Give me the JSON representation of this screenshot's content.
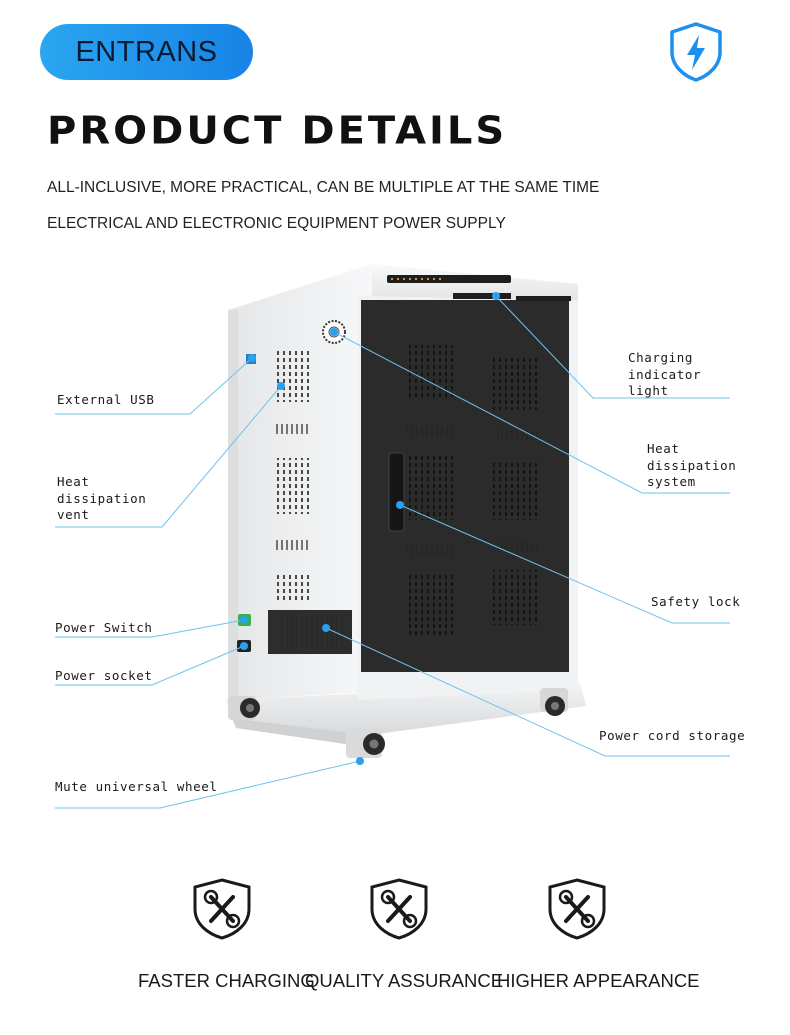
{
  "brand": {
    "name": "ENTRANS"
  },
  "header": {
    "title": "PRODUCT DETAILS",
    "subtitle_1": "ALL-INCLUSIVE, MORE PRACTICAL, CAN BE MULTIPLE AT THE SAME TIME",
    "subtitle_2": "ELECTRICAL AND ELECTRONIC EQUIPMENT POWER SUPPLY"
  },
  "callouts": {
    "external_usb": "External USB",
    "heat_vent": "Heat\ndissipation\nvent",
    "power_switch": "Power Switch",
    "power_socket": "Power socket",
    "wheel": "Mute universal wheel",
    "charging_light": "Charging\nindicator\nlight",
    "heat_system": "Heat\ndissipation\nsystem",
    "safety_lock": "Safety lock",
    "cord_storage": "Power cord storage"
  },
  "features": {
    "items": [
      "FASTER CHARGING",
      "QUALITY ASSURANCE",
      "HIGHER APPEARANCE"
    ],
    "icon": "wrench-screwdriver-shield-icon"
  },
  "colors": {
    "brand_blue": "#1e90ee",
    "callout_line": "#6fc3ee",
    "cabinet_white": "#ecedef",
    "door_black": "#2b2b2b"
  }
}
